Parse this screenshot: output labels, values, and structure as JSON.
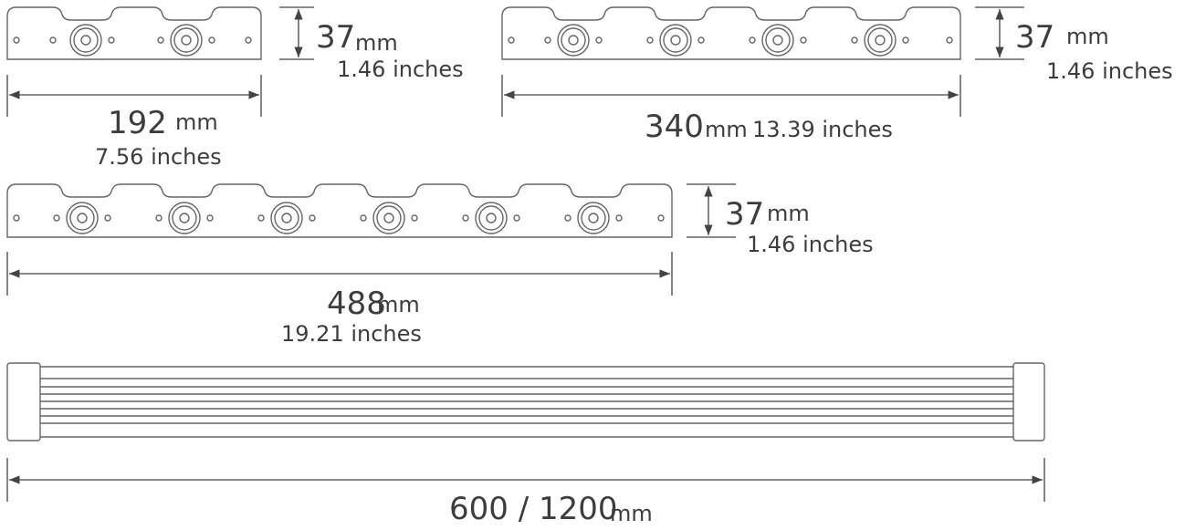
{
  "modules": [
    {
      "leds": 2,
      "height": {
        "value": "37",
        "unit": "mm",
        "inches": "1.46 inches"
      },
      "length": {
        "value": "192",
        "unit": "mm",
        "inches": "7.56 inches"
      }
    },
    {
      "leds": 4,
      "height": {
        "value": "37",
        "unit": "mm",
        "inches": "1.46 inches"
      },
      "length": {
        "value": "340",
        "unit": "mm",
        "inches": "13.39 inches"
      }
    },
    {
      "leds": 6,
      "height": {
        "value": "37",
        "unit": "mm",
        "inches": "1.46 inches"
      },
      "length": {
        "value": "488",
        "unit": "mm",
        "inches": "19.21 inches"
      }
    }
  ],
  "bar": {
    "length": {
      "value": "600 / 1200",
      "unit": "mm"
    }
  },
  "colors": {
    "line": "#555555",
    "text": "#3d3d3d"
  }
}
